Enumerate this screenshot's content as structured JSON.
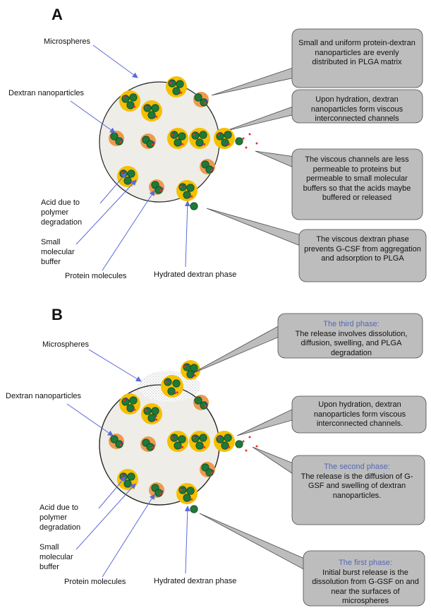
{
  "colors": {
    "microsphere_fill": "#eeede8",
    "nanoparticle_yellow": "#f5c000",
    "nanoparticle_orange": "#ee9a4e",
    "protein_green": "#1e7a3a",
    "acid_red": "#e8322a",
    "buffer_purple": "#5a3a8c",
    "callout_fill": "#bdbdbd",
    "pointer_line": "#5b6bd6",
    "phase_text": "#5468b8"
  },
  "panel_a": {
    "label": "A",
    "labels": {
      "microspheres": "Microspheres",
      "dextran_nanoparticles": "Dextran nanoparticles",
      "acid": "Acid due to polymer degradation",
      "buffer": "Small molecular buffer",
      "protein": "Protein molecules",
      "hydrated": "Hydrated dextran phase"
    },
    "callouts": [
      {
        "text": "Small and uniform protein-dextran nanoparticles are evenly distributed in PLGA matrix"
      },
      {
        "text": "Upon hydration, dextran nanoparticles form viscous interconnected channels"
      },
      {
        "text": "The viscous channels are less permeable to proteins but permeable to small molecular buffers so that the acids maybe buffered or released"
      },
      {
        "text": "The viscous dextran phase prevents G-CSF from aggregation and adsorption to PLGA"
      }
    ]
  },
  "panel_b": {
    "label": "B",
    "labels": {
      "microspheres": "Microspheres",
      "dextran_nanoparticles": "Dextran nanoparticles",
      "acid": "Acid due to polymer degradation",
      "buffer": "Small molecular buffer",
      "protein": "Protein molecules",
      "hydrated": "Hydrated dextran phase"
    },
    "callouts": [
      {
        "phase": "The third phase:",
        "text": "The release involves dissolution, diffusion, swelling, and PLGA degradation"
      },
      {
        "phase": "",
        "text": "Upon hydration, dextran nanoparticles form viscous interconnected channels."
      },
      {
        "phase": "The second phase:",
        "text": "The release is the diffusion of G-GSF and swelling of dextran nanoparticles."
      },
      {
        "phase": "The first phase:",
        "text": "Initial burst release is the dissolution from G-GSF on and near the surfaces of microspheres"
      }
    ]
  }
}
